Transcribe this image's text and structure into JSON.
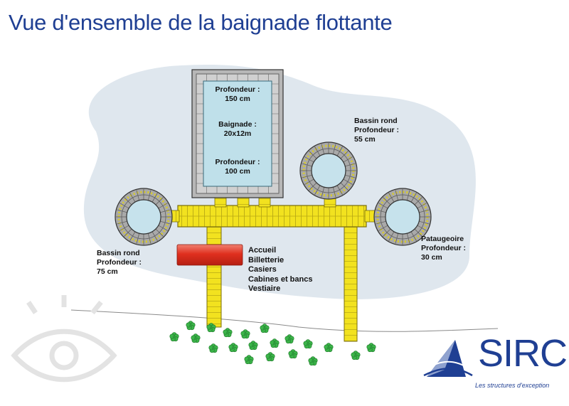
{
  "title": "Vue d'ensemble de la baignade flottante",
  "pool": {
    "zone_top": [
      "Profondeur :",
      "150 cm"
    ],
    "zone_mid": [
      "Baignade :",
      "20x12m"
    ],
    "zone_bottom": [
      "Profondeur :",
      "100 cm"
    ]
  },
  "bassin_left": [
    "Bassin rond",
    "Profondeur :",
    "75 cm"
  ],
  "bassin_right_top": [
    "Bassin rond",
    "Profondeur :",
    "55 cm"
  ],
  "pataugeoire": [
    "Pataugeoire",
    "Profondeur :",
    "30 cm"
  ],
  "services": [
    "Accueil",
    "Billetterie",
    "Casiers",
    "Cabines et bancs",
    "Vestiaire"
  ],
  "logo": {
    "name": "SIRC",
    "tagline": "Les structures d'exception"
  },
  "colors": {
    "title": "#1f3f93",
    "water_area": "#dde6ef",
    "pool_water": "#bfe0ea",
    "walkway": "#f0e022",
    "reception": "#e23a28",
    "trees": "#39b54a",
    "logo": "#1f3f93"
  }
}
